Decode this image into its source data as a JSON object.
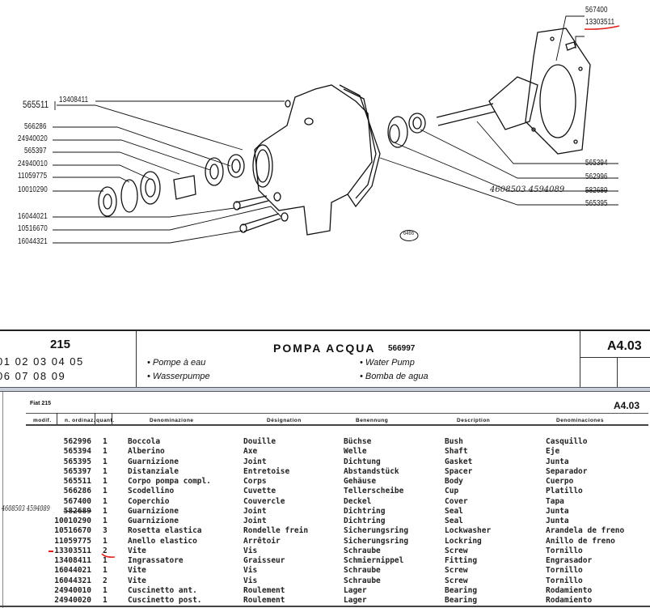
{
  "diagram": {
    "badge": "6466",
    "labels_left": {
      "body_group": "565511",
      "grease_fitting": "13408411",
      "cup": "566286",
      "rear_bearing": "24940020",
      "spacer": "565397",
      "front_bearing": "24940010",
      "lockring": "11059775",
      "seal": "10010290",
      "screw_a": "16044021",
      "lockwasher": "10516670",
      "screw_b": "16044321"
    },
    "labels_right": {
      "cover": "567400",
      "cover_screw": "13303511",
      "shaft": "565394",
      "bush": "562996",
      "seal_old": "582689",
      "gasket": "565395"
    },
    "handwritten_right": "4608503  4594089"
  },
  "header": {
    "model": "215",
    "variants_row1": "01 02 03 04 05",
    "variants_row2": "06 07 08 09",
    "title": "POMPA ACQUA",
    "title_code": "566997",
    "fr": "• Pompe à eau",
    "de": "• Wasserpumpe",
    "en": "• Water Pump",
    "es": "• Bomba de agua",
    "page": "A4.03"
  },
  "table": {
    "model": "Fiat 215",
    "page": "A4.03",
    "columns": [
      "modif.",
      "n. ordinaz.",
      "quant.",
      "Denominazione",
      "Désignation",
      "Benennung",
      "Description",
      "Denominaciones"
    ],
    "handwritten_note": "4608503 4594089",
    "rows": [
      {
        "code": "562996",
        "qty": "1",
        "it": "Boccola",
        "fr": "Douille",
        "de": "Büchse",
        "en": "Bush",
        "es": "Casquillo"
      },
      {
        "code": "565394",
        "qty": "1",
        "it": "Alberino",
        "fr": "Axe",
        "de": "Welle",
        "en": "Shaft",
        "es": "Eje"
      },
      {
        "code": "565395",
        "qty": "1",
        "it": "Guarnizione",
        "fr": "Joint",
        "de": "Dichtung",
        "en": "Gasket",
        "es": "Junta"
      },
      {
        "code": "565397",
        "qty": "1",
        "it": "Distanziale",
        "fr": "Entretoise",
        "de": "Abstandstück",
        "en": "Spacer",
        "es": "Separador"
      },
      {
        "code": "565511",
        "qty": "1",
        "it": "Corpo pompa compl.",
        "fr": "Corps",
        "de": "Gehäuse",
        "en": "Body",
        "es": "Cuerpo"
      },
      {
        "code": "566286",
        "qty": "1",
        "it": "Scodellino",
        "fr": "Cuvette",
        "de": "Tellerscheibe",
        "en": "Cup",
        "es": "Platillo"
      },
      {
        "code": "567400",
        "qty": "1",
        "it": "Coperchio",
        "fr": "Couvercle",
        "de": "Deckel",
        "en": "Cover",
        "es": "Tapa"
      },
      {
        "code": "582689",
        "qty": "1",
        "it": "Guarnizione",
        "fr": "Joint",
        "de": "Dichtring",
        "en": "Seal",
        "es": "Junta"
      },
      {
        "code": "10010290",
        "qty": "1",
        "it": "Guarnizione",
        "fr": "Joint",
        "de": "Dichtring",
        "en": "Seal",
        "es": "Junta"
      },
      {
        "code": "10516670",
        "qty": "3",
        "it": "Rosetta elastica",
        "fr": "Rondelle frein",
        "de": "Sicherungsring",
        "en": "Lockwasher",
        "es": "Arandela de freno"
      },
      {
        "code": "11059775",
        "qty": "1",
        "it": "Anello elastico",
        "fr": "Arrêtoir",
        "de": "Sicherungsring",
        "en": "Lockring",
        "es": "Anillo de freno"
      },
      {
        "code": "13303511",
        "qty": "2",
        "it": "Vite",
        "fr": "Vis",
        "de": "Schraube",
        "en": "Screw",
        "es": "Tornillo"
      },
      {
        "code": "13408411",
        "qty": "1",
        "it": "Ingrassatore",
        "fr": "Graisseur",
        "de": "Schmiernippel",
        "en": "Fitting",
        "es": "Engrasador"
      },
      {
        "code": "16044021",
        "qty": "1",
        "it": "Vite",
        "fr": "Vis",
        "de": "Schraube",
        "en": "Screw",
        "es": "Tornillo"
      },
      {
        "code": "16044321",
        "qty": "2",
        "it": "Vite",
        "fr": "Vis",
        "de": "Schraube",
        "en": "Screw",
        "es": "Tornillo"
      },
      {
        "code": "24940010",
        "qty": "1",
        "it": "Cuscinetto ant.",
        "fr": "Roulement",
        "de": "Lager",
        "en": "Bearing",
        "es": "Rodamiento"
      },
      {
        "code": "24940020",
        "qty": "1",
        "it": "Cuscinetto post.",
        "fr": "Roulement",
        "de": "Lager",
        "en": "Bearing",
        "es": "Rodamiento"
      }
    ]
  },
  "colors": {
    "ink": "#111111",
    "annotation_red": "#e0201c"
  }
}
